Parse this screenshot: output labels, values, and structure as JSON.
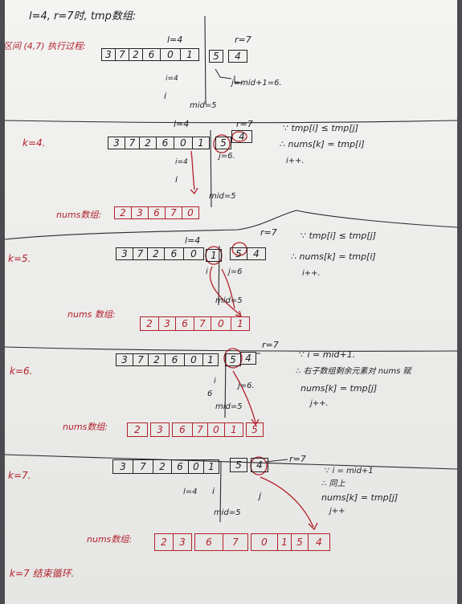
{
  "header": {
    "title": "l=4, r=7时, tmp数组:",
    "process_note": "区间 (4,7) 执行过程:"
  },
  "tmp_array": [
    "3",
    "7",
    "2",
    "6",
    "0",
    "1",
    "5",
    "4"
  ],
  "sections": [
    {
      "k_label": "",
      "top": {
        "l": "l=4",
        "r": "r=7"
      },
      "i_mark": "i=4",
      "i_letter": "i",
      "j_mark": "j=mid+1=6.",
      "mid": "mid=5"
    },
    {
      "k_label": "k=4.",
      "top": {
        "l": "l=4",
        "r": "r=7"
      },
      "i_mark": "i=4",
      "i_letter": "i",
      "j_mark": "j=6.",
      "mid": "mid=5",
      "notes": [
        "∵ tmp[i] ≤ tmp[j]",
        "∴ nums[k] = tmp[i]",
        "i++."
      ],
      "result_label": "nums数组:",
      "result": [
        "2",
        "3",
        "6",
        "7",
        "0"
      ]
    },
    {
      "k_label": "k=5.",
      "top": {
        "l": "l=4",
        "r": "r=7"
      },
      "i_mark": "i",
      "i_letter": "",
      "j_mark": "j=6",
      "mid": "mid=5",
      "notes": [
        "∵ tmp[i] ≤ tmp[j]",
        "∴ nums[k] = tmp[i]",
        "i++."
      ],
      "result_label": "nums 数组:",
      "result": [
        "2",
        "3",
        "6",
        "7",
        "0",
        "1"
      ]
    },
    {
      "k_label": "k=6.",
      "top": {
        "l": "",
        "r": "r=7"
      },
      "i_mark": "i",
      "i_letter": "6",
      "j_mark": "j=6.",
      "mid": "mid=5",
      "notes": [
        "∵ i = mid+1.",
        "∴ 右子数组剩余元素对 nums 赋",
        "nums[k] = tmp[j]",
        "j++."
      ],
      "result_label": "nums数组:",
      "result": [
        "2",
        "3",
        "6",
        "7",
        "0",
        "1",
        "5"
      ]
    },
    {
      "k_label": "k=7.",
      "top": {
        "l": "",
        "r": "r=7"
      },
      "i_mark": "l=4",
      "i_letter": "i",
      "j_mark": "j",
      "mid": "mid=5",
      "notes": [
        "∵ i = mid+1",
        "∴ 同上",
        "nums[k] = tmp[j]",
        "j++"
      ],
      "result_label": "nums数组:",
      "result": [
        "2",
        "3",
        "6",
        "7",
        "0",
        "1",
        "5",
        "4"
      ]
    }
  ],
  "footer": "k=7 结束循环."
}
